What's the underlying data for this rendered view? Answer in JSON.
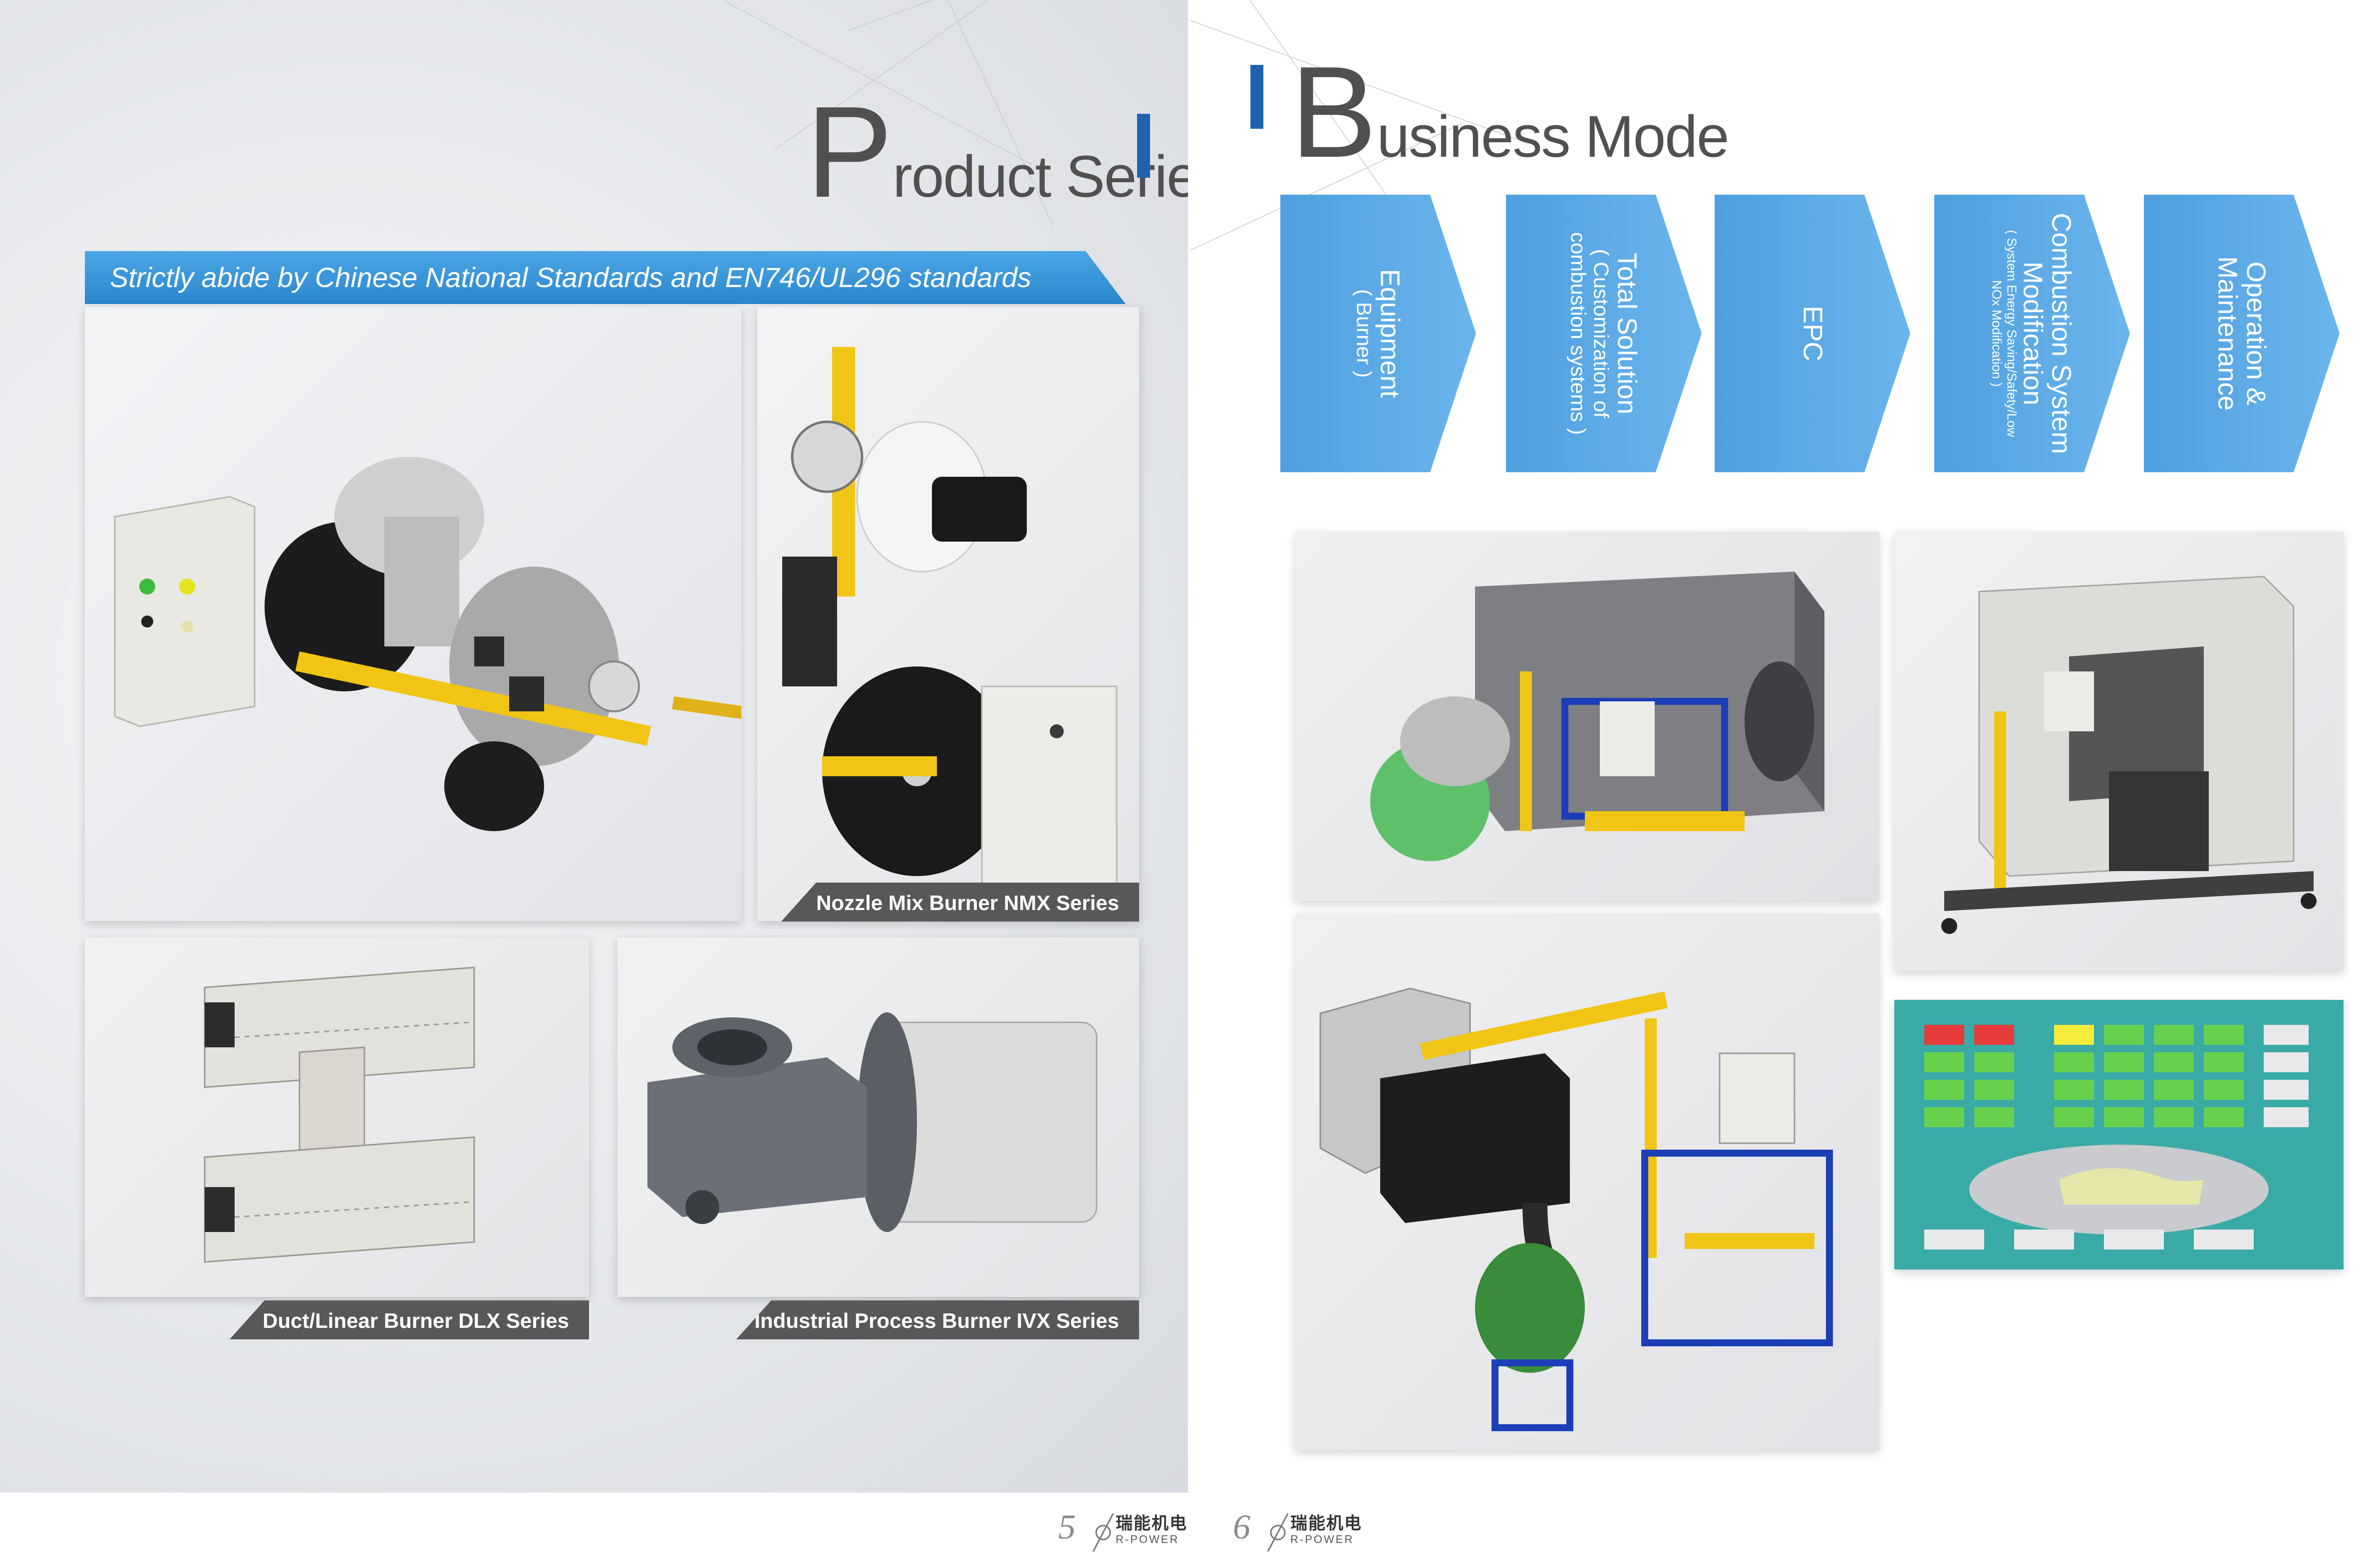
{
  "left_page": {
    "title_initial": "P",
    "title_rest": "roduct Series",
    "standards_banner": "Strictly abide by Chinese National Standards and EN746/UL296 standards",
    "captions": {
      "nmx": "Nozzle Mix Burner NMX Series",
      "dlx": "Duct/Linear Burner DLX Series",
      "ivx": "Industrial Process Burner IVX Series"
    }
  },
  "right_page": {
    "title_initial": "B",
    "title_rest": "usiness Mode",
    "steps": [
      {
        "main": "Equipment",
        "sub": "( Burner )"
      },
      {
        "main": "Total Solution",
        "sub": "( Customization of",
        "sub2": "combustion systems )"
      },
      {
        "main": "EPC"
      },
      {
        "main": "Combustion System",
        "main2": "Modification",
        "tiny": "( System Energy Saving/Safety/Low",
        "tiny2": "NOx Modification )"
      },
      {
        "main": "Operation &",
        "main2": "Maintenance"
      }
    ]
  },
  "footer": {
    "page_left": "5",
    "page_right": "6",
    "brand_cn": "瑞能机电",
    "brand_en": "R-POWER"
  },
  "colors": {
    "accent_blue": "#1f63ad",
    "banner_blue": "#2c86cc",
    "step_blue": "#5aa8e4",
    "caption_gray": "#585858",
    "title_gray": "#505050"
  }
}
